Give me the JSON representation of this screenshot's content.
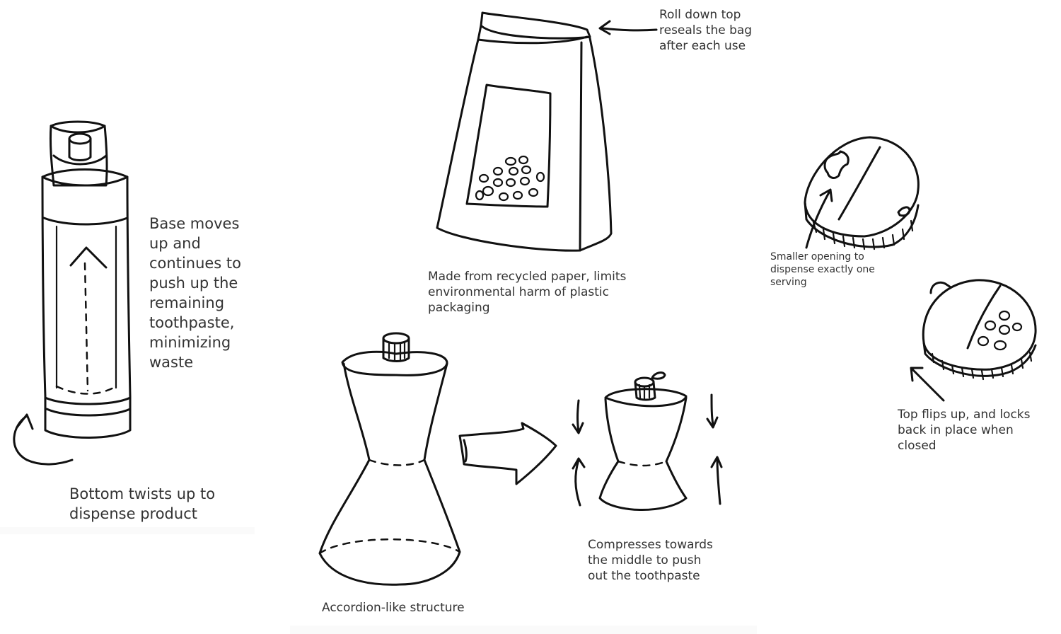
{
  "captions": {
    "base_moves": "Base moves\nup and\ncontinues to\npush up the\nremaining\ntoothpaste,\nminimizing\nwaste",
    "bottom_twists": "Bottom twists up to\ndispense product",
    "roll_down": "Roll down top\nreseals the bag\nafter each use",
    "recycled_paper": "Made from recycled paper, limits\nenvironmental harm of plastic\npackaging",
    "smaller_opening": "Smaller opening to\ndispense exactly one\nserving",
    "top_flips": "Top flips up, and locks\nback in place when\nclosed",
    "compresses": "Compresses towards\nthe middle to push\nout the toothpaste",
    "accordion": "Accordion-like structure"
  },
  "sketches": [
    "twist-up-dispenser",
    "paper-bag",
    "accordion-bottle",
    "compressed-bottle",
    "right-arrow",
    "shaker-cap-closed",
    "shaker-cap-open"
  ]
}
